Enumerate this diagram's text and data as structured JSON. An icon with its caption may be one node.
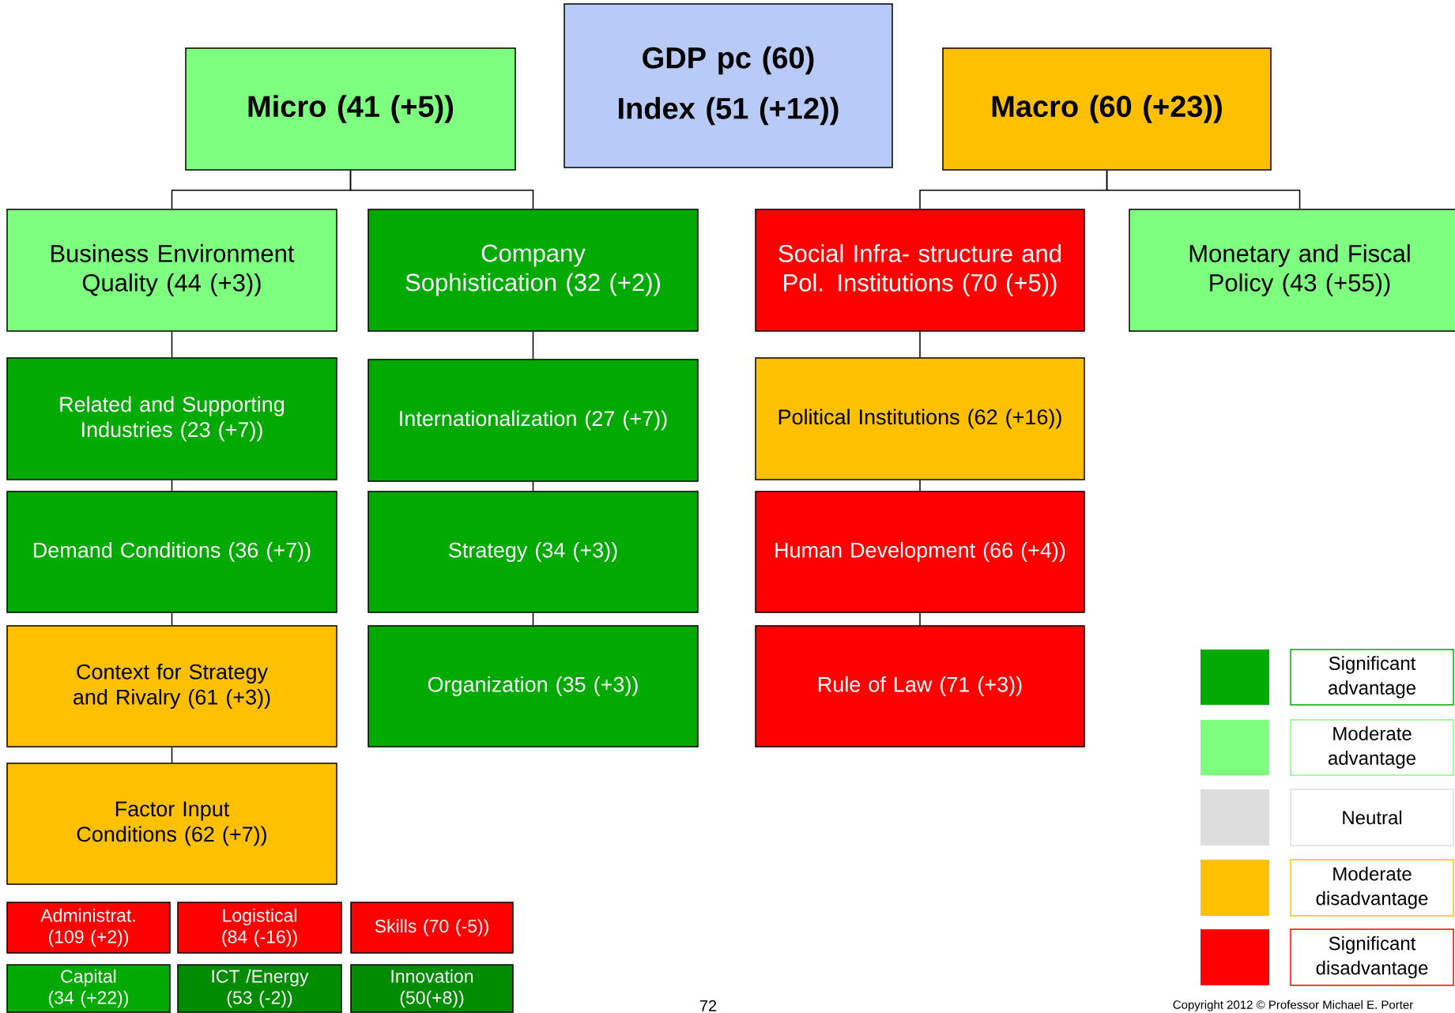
{
  "diagram": {
    "nodes": [
      {
        "text": [
          "Micro (41 (+5))"
        ]
      },
      {
        "text": [
          "GDP pc (60)",
          "Index (51 (+12))"
        ]
      },
      {
        "text": [
          "Macro (60 (+23))"
        ]
      },
      {
        "text": [
          "Business Environment Quality (44 (+3))"
        ]
      },
      {
        "text": [
          "Company Sophistication (32 (+2))"
        ]
      },
      {
        "text": [
          "Social Infra- structure and Pol. Institutions (70 (+5))"
        ]
      },
      {
        "text": [
          "Monetary and Fiscal Policy (43 (+55))"
        ]
      },
      {
        "text": [
          "Related and Supporting Industries (23 (+7))"
        ]
      },
      {
        "text": [
          "Internationalization (27 (+7))"
        ]
      },
      {
        "text": [
          "Political Institutions (62 (+16))"
        ]
      },
      {
        "text": [
          "Demand Conditions (36 (+7))"
        ]
      },
      {
        "text": [
          "Strategy (34 (+3))"
        ]
      },
      {
        "text": [
          "Human Development (66 (+4))"
        ]
      },
      {
        "text": [
          "Context for Strategy and Rivalry (61 (+3))"
        ]
      },
      {
        "text": [
          "Organization (35 (+3))"
        ]
      },
      {
        "text": [
          "Rule of Law (71 (+3))"
        ]
      },
      {
        "text": [
          "Factor Input Conditions (62 (+7))"
        ]
      },
      {
        "text": [
          "Administrat. (109 (+2))"
        ]
      },
      {
        "text": [
          "Logistical (84 (-16))"
        ]
      },
      {
        "text": [
          "Skills (70 (-5))"
        ]
      },
      {
        "text": [
          "Capital (34 (+22))"
        ]
      },
      {
        "text": [
          "ICT /Energy (53 (-2))"
        ]
      },
      {
        "text": [
          "Innovation (50(+8))"
        ]
      }
    ],
    "edges": [
      {
        "from": 0,
        "to": 3,
        "arrow": "none"
      },
      {
        "from": 0,
        "to": 4,
        "arrow": "none"
      },
      {
        "from": 2,
        "to": 5,
        "arrow": "none"
      },
      {
        "from": 2,
        "to": 6,
        "arrow": "none"
      },
      {
        "from": 3,
        "to": 7,
        "arrow": "none"
      },
      {
        "from": 7,
        "to": 10,
        "arrow": "none"
      },
      {
        "from": 10,
        "to": 13,
        "arrow": "none"
      },
      {
        "from": 13,
        "to": 16,
        "arrow": "none"
      },
      {
        "from": 4,
        "to": 8,
        "arrow": "none"
      },
      {
        "from": 8,
        "to": 11,
        "arrow": "none"
      },
      {
        "from": 11,
        "to": 14,
        "arrow": "none"
      },
      {
        "from": 5,
        "to": 9,
        "arrow": "none"
      },
      {
        "from": 9,
        "to": 12,
        "arrow": "none"
      },
      {
        "from": 12,
        "to": 15,
        "arrow": "none"
      }
    ],
    "labels": [
      "72",
      "Copyright 2012 © Professor Michael E. Porter"
    ],
    "legend": [
      {
        "text": "Significant advantage",
        "color": "#00aa00"
      },
      {
        "text": "Moderate advantage",
        "color": "#7fff7f"
      },
      {
        "text": "Neutral",
        "color": "#dddddd"
      },
      {
        "text": "Moderate disadvantage",
        "color": "#ffc000"
      },
      {
        "text": "Significant disadvantage",
        "color": "#ff0000"
      }
    ]
  }
}
